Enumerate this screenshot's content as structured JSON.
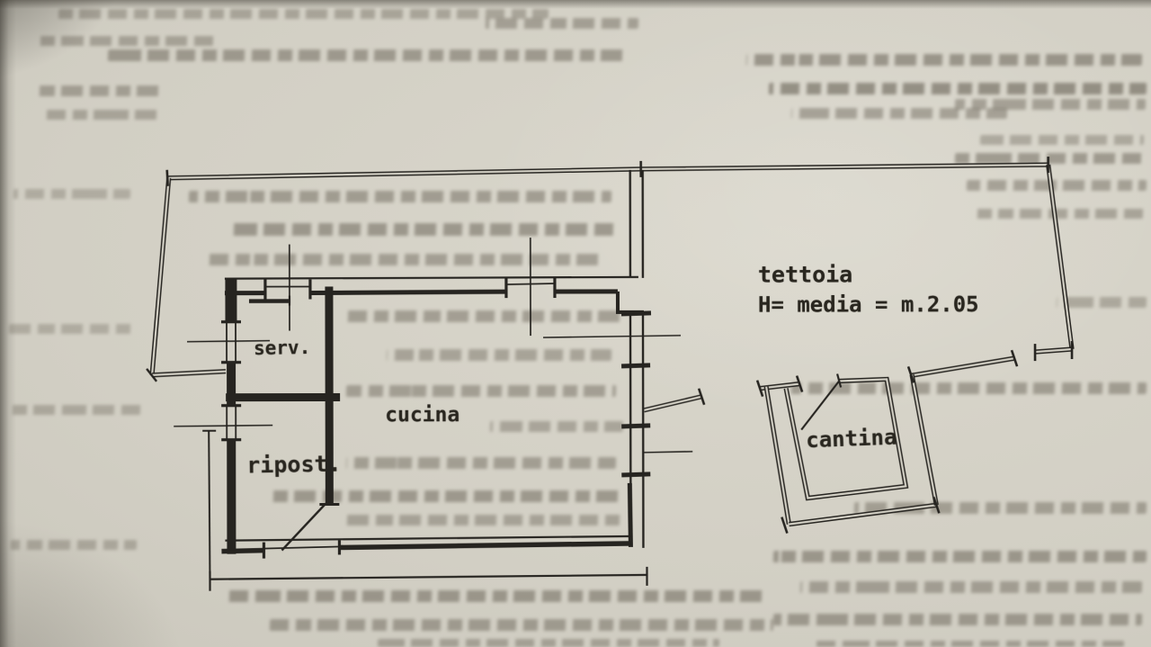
{
  "page": {
    "kind": "photographed page with hand-drawn floor plan",
    "plan": {
      "labels": {
        "serv": "serv.",
        "ripost": "ripost.",
        "cucina": "cucina",
        "tettoia": "tettoia",
        "tettoia_height": "H= media = m.2.05",
        "cantina": "cantina"
      },
      "colors": {
        "paper": "#d2cfc4",
        "ink": "#262420",
        "bleedthrough": "#686256"
      }
    }
  }
}
